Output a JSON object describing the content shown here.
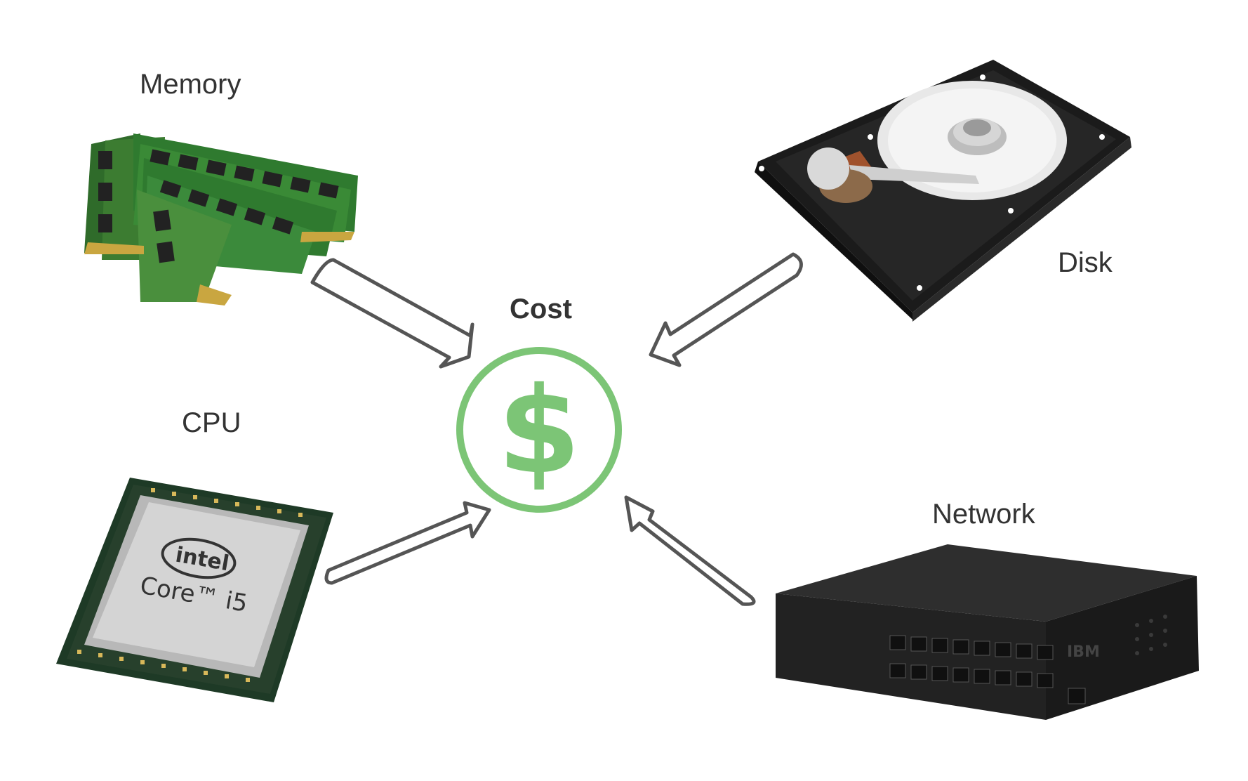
{
  "labels": {
    "memory": "Memory",
    "disk": "Disk",
    "cpu": "CPU",
    "network": "Network",
    "cost": "Cost"
  },
  "center": {
    "symbol": "$",
    "color": "#7cc576"
  },
  "cpu_chip": {
    "brand": "intel",
    "model": "Core™ i5"
  },
  "switch": {
    "brand": "IBM"
  },
  "arrow_color": "#555555",
  "icons": [
    "ram-modules-image",
    "hard-disk-image",
    "intel-cpu-image",
    "network-switch-image",
    "dollar-circle-icon",
    "arrow-icon"
  ]
}
